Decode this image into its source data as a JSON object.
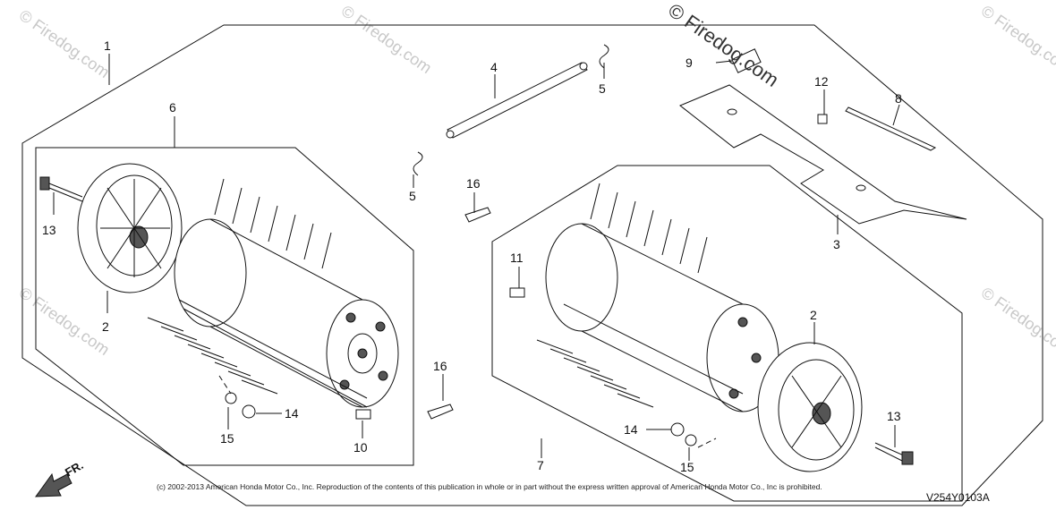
{
  "callouts": {
    "c1": "1",
    "c2_left": "2",
    "c2_right": "2",
    "c3": "3",
    "c4": "4",
    "c5_top": "5",
    "c5_mid": "5",
    "c6": "6",
    "c7": "7",
    "c8": "8",
    "c9": "9",
    "c10": "10",
    "c11": "11",
    "c12": "12",
    "c13_left": "13",
    "c13_right": "13",
    "c14_left": "14",
    "c14_right": "14",
    "c15_left": "15",
    "c15_right": "15",
    "c16_top": "16",
    "c16_bottom": "16"
  },
  "watermark": {
    "main": "© Firedog.com",
    "faint": "© Firedog.com"
  },
  "copyright": "(c) 2002-2013 American Honda Motor Co., Inc. Reproduction of the contents of this publication in whole or in part without the express written approval of American Honda Motor Co., Inc is prohibited.",
  "diagram_code": "V254Y0103A",
  "front_label": "FR."
}
